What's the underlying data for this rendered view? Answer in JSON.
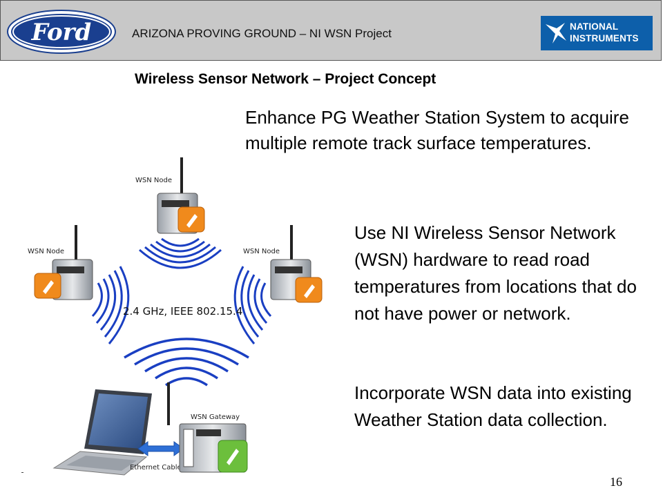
{
  "header": {
    "ford_logo_text": "Ford",
    "title": "ARIZONA PROVING GROUND – NI WSN Project",
    "ni_logo_line1": "NATIONAL",
    "ni_logo_line2": "INSTRUMENTS"
  },
  "slide": {
    "title": "Wireless Sensor Network – Project Concept",
    "paragraph1": "Enhance PG Weather Station System to acquire multiple remote track surface temperatures.",
    "paragraph2": "Use NI Wireless Sensor Network (WSN) hardware to read road temperatures from locations that do not have power or network.",
    "paragraph3": "Incorporate WSN data into existing Weather Station data collection.",
    "page_number": "16"
  },
  "diagram": {
    "node_top_label": "WSN Node",
    "node_left_label": "WSN Node",
    "node_right_label": "WSN Node",
    "band_label": "2.4 GHz, IEEE 802.15.4",
    "gateway_label": "WSN Gateway",
    "cable_label": "Ethernet Cable"
  },
  "colors": {
    "header_bg": "#c8c8c8",
    "ni_blue": "#0d5faa",
    "ford_blue": "#1a3f8f",
    "wave_blue": "#1a3fc2",
    "node_orange": "#f08a1c",
    "gateway_green": "#6cbf3c",
    "cable_blue": "#2e6fd6"
  }
}
